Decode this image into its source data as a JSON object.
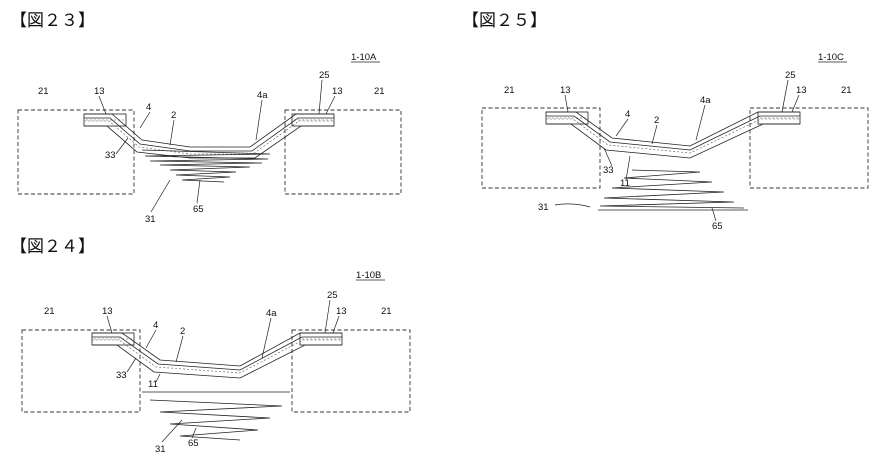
{
  "figures": [
    {
      "title": "【図２３】",
      "id_label": "1-10A",
      "refs": {
        "block_left": "21",
        "block_right": "21",
        "frame_left": "13",
        "frame_right": "13",
        "layer_4": "4",
        "center_2": "2",
        "cavity_4a": "4a",
        "pin_25": "25",
        "wall_33": "33",
        "press_31": "31",
        "spring_65": "65"
      }
    },
    {
      "title": "【図２４】",
      "id_label": "1-10B",
      "refs": {
        "block_left": "21",
        "block_right": "21",
        "frame_left": "13",
        "frame_right": "13",
        "layer_4": "4",
        "center_2": "2",
        "cavity_4a": "4a",
        "pin_25": "25",
        "wall_33": "33",
        "base_11": "11",
        "press_31": "31",
        "spring_65": "65"
      }
    },
    {
      "title": "【図２５】",
      "id_label": "1-10C",
      "refs": {
        "block_left": "21",
        "block_right": "21",
        "frame_left": "13",
        "frame_right": "13",
        "layer_4": "4",
        "center_2": "2",
        "cavity_4a": "4a",
        "pin_25": "25",
        "wall_33": "33",
        "base_11": "11",
        "press_31": "31",
        "spring_65": "65"
      }
    }
  ]
}
